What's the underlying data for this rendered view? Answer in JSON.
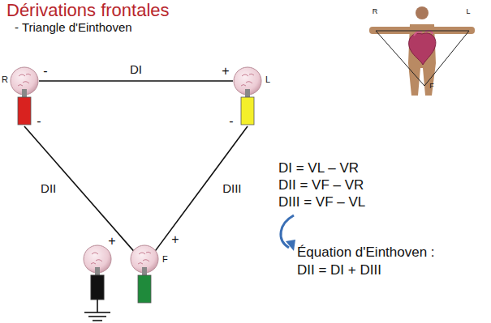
{
  "diagram": {
    "title": "Dérivations frontales",
    "nodes": [
      {
        "text": [
          "R"
        ]
      },
      {
        "text": [
          "L"
        ]
      },
      {
        "text": [
          "F"
        ]
      }
    ],
    "edges": [
      {
        "from": 0,
        "to": 1,
        "arrow": "none",
        "label": "DI"
      },
      {
        "from": 0,
        "to": 2,
        "arrow": "none",
        "label": "DII"
      },
      {
        "from": 1,
        "to": 2,
        "arrow": "none",
        "label": "DIII"
      }
    ],
    "labels": [
      "- Triangle d'Einthoven",
      "-",
      "+",
      "-",
      "-",
      "+",
      "+",
      "DI = VL – VR",
      "DII = VF – VR",
      "DIII = VF – VL",
      "Équation d'Einthoven :",
      "DII = DI + DIII",
      "R",
      "L",
      "F"
    ]
  }
}
